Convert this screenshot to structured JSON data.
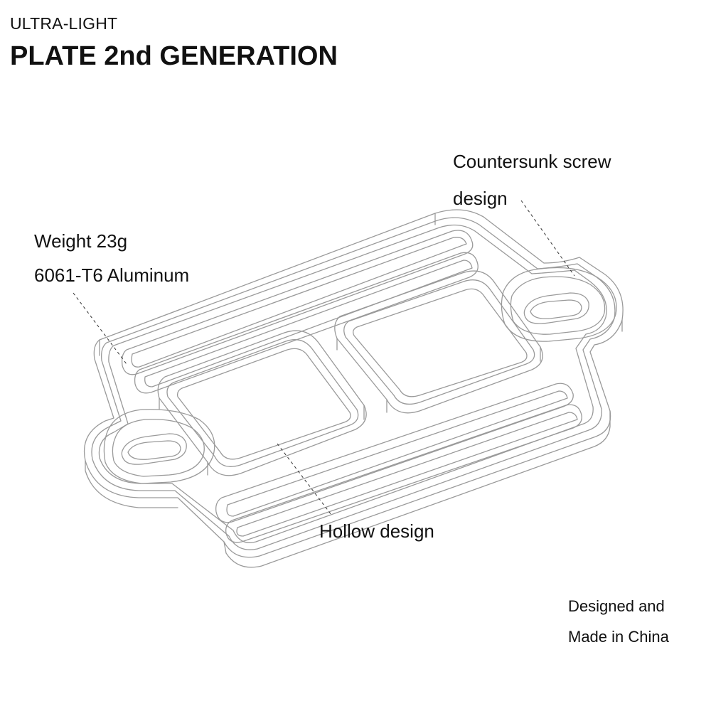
{
  "header": {
    "subtitle": "ULTRA-LIGHT",
    "title": "PLATE 2nd GENERATION"
  },
  "callouts": {
    "countersunk_line1": "Countersunk screw",
    "countersunk_line2": "design",
    "weight": "Weight 23g",
    "material": "6061-T6 Aluminum",
    "hollow": "Hollow design"
  },
  "footer": {
    "line1": "Designed and",
    "line2": "Made in China"
  },
  "colors": {
    "wire": "#9a9a9a",
    "text": "#111111"
  }
}
